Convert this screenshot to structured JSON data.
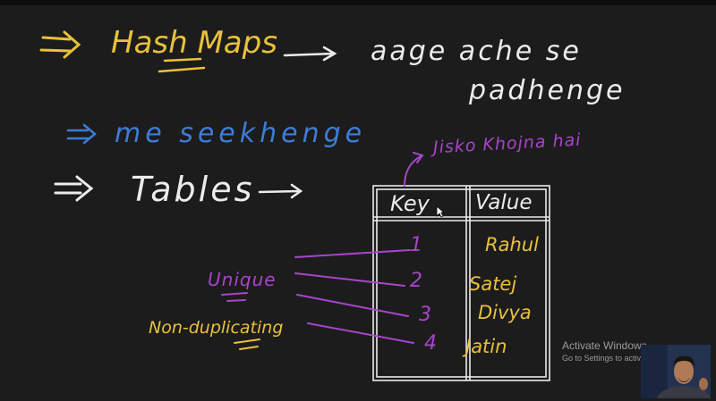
{
  "colors": {
    "background": "#1c1c1c",
    "yellow": "#e9c13a",
    "white": "#ececec",
    "blue": "#3e7cd8",
    "purple": "#a646c9"
  },
  "notes": {
    "hash_maps": "Hash Maps",
    "aage_ache_se": "aage ache se",
    "padhenge": "padhenge",
    "hum_seekhenge": "me seekhenge",
    "tables": "Tables",
    "jisko_khojna": "Jisko Khojna hai",
    "unique": "Unique",
    "non_duplicating": "Non-duplicating"
  },
  "table": {
    "headers": [
      "Key",
      "Value"
    ],
    "keys": [
      "1",
      "2",
      "3",
      "4"
    ],
    "values": [
      "Rahul",
      "Satej",
      "Divya",
      "Jatin"
    ]
  },
  "watermark": {
    "title": "Activate Windows",
    "subtitle": "Go to Settings to activate Windows."
  },
  "webcam": {
    "icon": "presenter-webcam-feed"
  }
}
